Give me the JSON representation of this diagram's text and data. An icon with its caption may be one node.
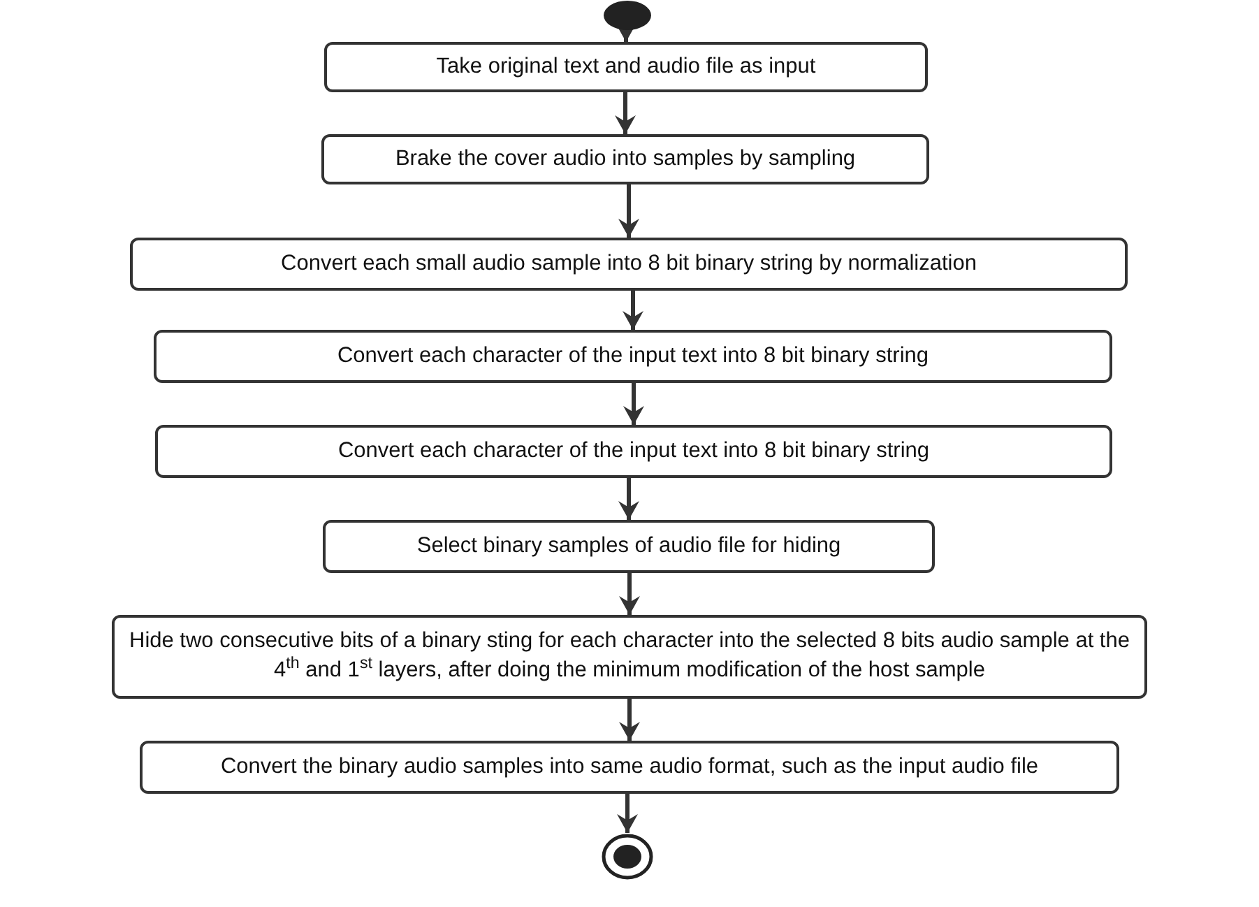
{
  "diagram": {
    "nodes": [
      {
        "text": [],
        "shape": "circle"
      },
      {
        "text": [
          "Take original text and audio file as input"
        ]
      },
      {
        "text": [
          "Brake the cover audio into samples  by sampling"
        ]
      },
      {
        "text": [
          "Convert each small audio sample into 8 bit binary string by normalization"
        ]
      },
      {
        "text": [
          "Convert each  character of the input text into 8 bit binary string"
        ]
      },
      {
        "text": [
          "Convert each  character of the input text into 8 bit binary string"
        ]
      },
      {
        "text": [
          "Select binary samples of audio file for hiding"
        ]
      },
      {
        "text": [
          "Hide two consecutive  bits of a binary sting for each character into the selected 8 bits audio sample  at the 4$^{th}$ and 1$^{st}$ layers, after doing the minimum modification of the host sample"
        ]
      },
      {
        "text": [
          "Convert the binary audio samples into  same audio format, such as the input audio file"
        ]
      },
      {
        "text": [],
        "shape": "bullseye"
      }
    ],
    "edges": [
      {
        "from": 0,
        "to": 1,
        "arrow": "to"
      },
      {
        "from": 1,
        "to": 2,
        "arrow": "to"
      },
      {
        "from": 2,
        "to": 3,
        "arrow": "to"
      },
      {
        "from": 3,
        "to": 4,
        "arrow": "to"
      },
      {
        "from": 4,
        "to": 5,
        "arrow": "to"
      },
      {
        "from": 5,
        "to": 6,
        "arrow": "to"
      },
      {
        "from": 6,
        "to": 7,
        "arrow": "to"
      },
      {
        "from": 7,
        "to": 8,
        "arrow": "to"
      },
      {
        "from": 8,
        "to": 9,
        "arrow": "to"
      }
    ]
  }
}
